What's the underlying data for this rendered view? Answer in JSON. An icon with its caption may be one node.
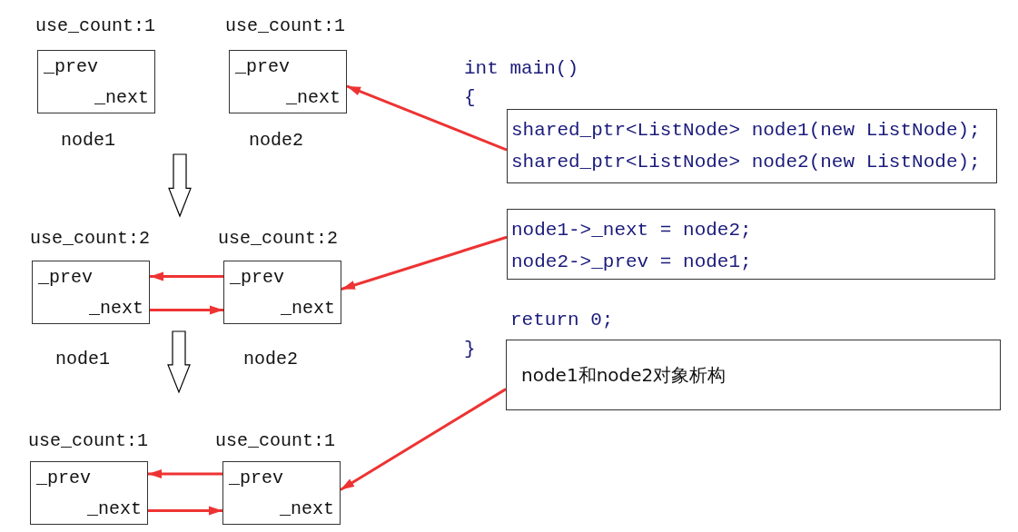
{
  "diagram": {
    "nodes": [
      {
        "text": [
          "_prev",
          "_next"
        ],
        "beside": [
          "use_count:1",
          "node1"
        ]
      },
      {
        "text": [
          "_prev",
          "_next"
        ],
        "beside": [
          "use_count:1",
          "node2"
        ]
      },
      {
        "text": [
          "_prev",
          "_next"
        ],
        "beside": [
          "use_count:2",
          "node1"
        ]
      },
      {
        "text": [
          "_prev",
          "_next"
        ],
        "beside": [
          "use_count:2",
          "node2"
        ]
      },
      {
        "text": [
          "_prev",
          "_next"
        ],
        "beside": [
          "use_count:1"
        ]
      },
      {
        "text": [
          "_prev",
          "_next"
        ],
        "beside": [
          "use_count:1"
        ]
      },
      {
        "text": [
          "shared_ptr<ListNode> node1(new ListNode);",
          "shared_ptr<ListNode> node2(new ListNode);"
        ]
      },
      {
        "text": [
          "node1->_next = node2;",
          "node2->_prev = node1;"
        ]
      },
      {
        "text": [
          "node1和node2对象析构"
        ]
      }
    ],
    "edges": [
      {
        "from": 0,
        "to": 2,
        "arrow": "to",
        "color": "#000000"
      },
      {
        "from": 2,
        "to": 4,
        "arrow": "to",
        "color": "#000000"
      },
      {
        "from": 6,
        "to": 1,
        "arrow": "to"
      },
      {
        "from": 7,
        "to": 3,
        "arrow": "to"
      },
      {
        "from": 3,
        "to": 2,
        "arrow": "to"
      },
      {
        "from": 2,
        "to": 3,
        "arrow": "to"
      },
      {
        "from": 8,
        "to": 5,
        "arrow": "to"
      },
      {
        "from": 5,
        "to": 4,
        "arrow": "to"
      },
      {
        "from": 4,
        "to": 5,
        "arrow": "to"
      }
    ],
    "labels": [
      "int main()",
      "{",
      "return 0;",
      "}"
    ]
  }
}
